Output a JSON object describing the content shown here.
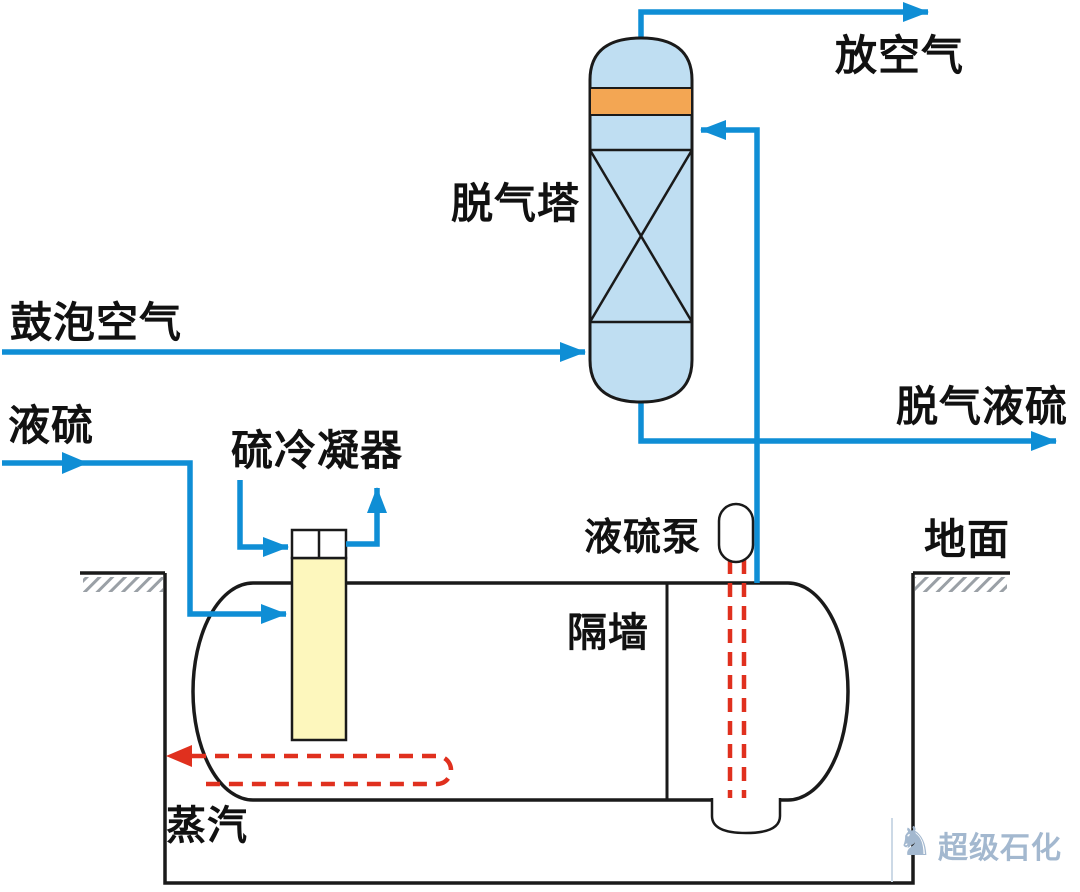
{
  "colors": {
    "pipe_blue": "#0f8ed5",
    "steam_red": "#e0301e",
    "tower_fill": "#bfdef2",
    "band_orange": "#f3a653",
    "condenser_yellow": "#fdf7bd",
    "outline_black": "#1a1a1a",
    "ground_gray": "#9aa0a6",
    "watermark_blue": "#a3b8cf"
  },
  "labels": {
    "vent_air": "放空气",
    "degassing_tower": "脱气塔",
    "bubbling_air": "鼓泡空气",
    "liquid_sulfur": "液硫",
    "sulfur_condenser": "硫冷凝器",
    "degassed_liquid_sulfur": "脱气液硫",
    "liquid_sulfur_pump": "液硫泵",
    "ground": "地面",
    "partition_wall": "隔墙",
    "steam": "蒸汽"
  },
  "watermark": {
    "logo_icon": "chess-knight",
    "logo_glyph": "♞",
    "text": "超级石化"
  }
}
